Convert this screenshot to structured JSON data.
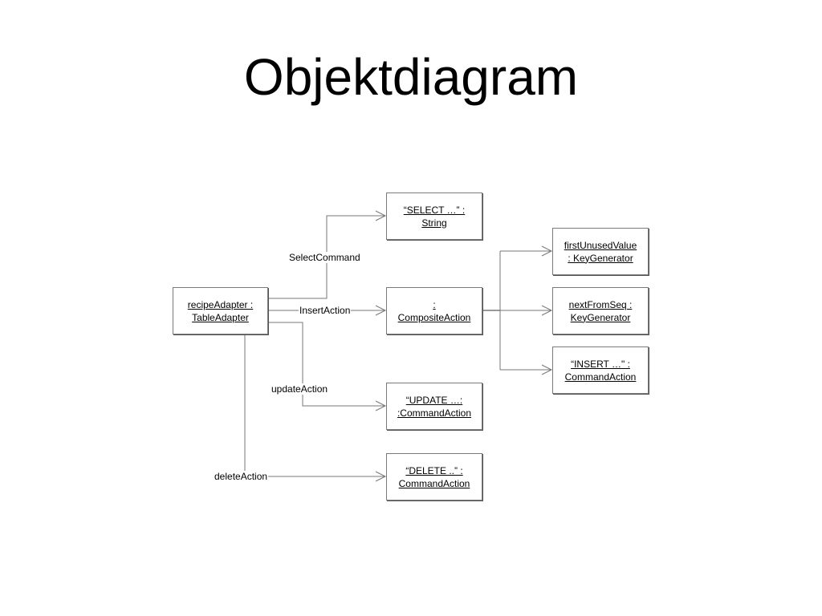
{
  "title": "Objektdiagram",
  "objects": {
    "recipe_adapter": [
      "recipeAdapter :",
      "TableAdapter"
    ],
    "select_string": [
      "“SELECT …” :",
      "String"
    ],
    "composite_action": [
      ":",
      "CompositeAction"
    ],
    "update_action": [
      "“UPDATE …:",
      ":CommandAction"
    ],
    "delete_action": [
      "“DELETE ..” :",
      "CommandAction"
    ],
    "first_unused_value": [
      "firstUnusedValue",
      ": KeyGenerator"
    ],
    "next_from_seq": [
      "nextFromSeq :",
      "KeyGenerator"
    ],
    "insert_action": [
      "“INSERT …\" :",
      "CommandAction"
    ]
  },
  "links": {
    "select_command": "SelectCommand",
    "insert_action": "InsertAction",
    "update_action": "updateAction",
    "delete_action": "deleteAction"
  }
}
